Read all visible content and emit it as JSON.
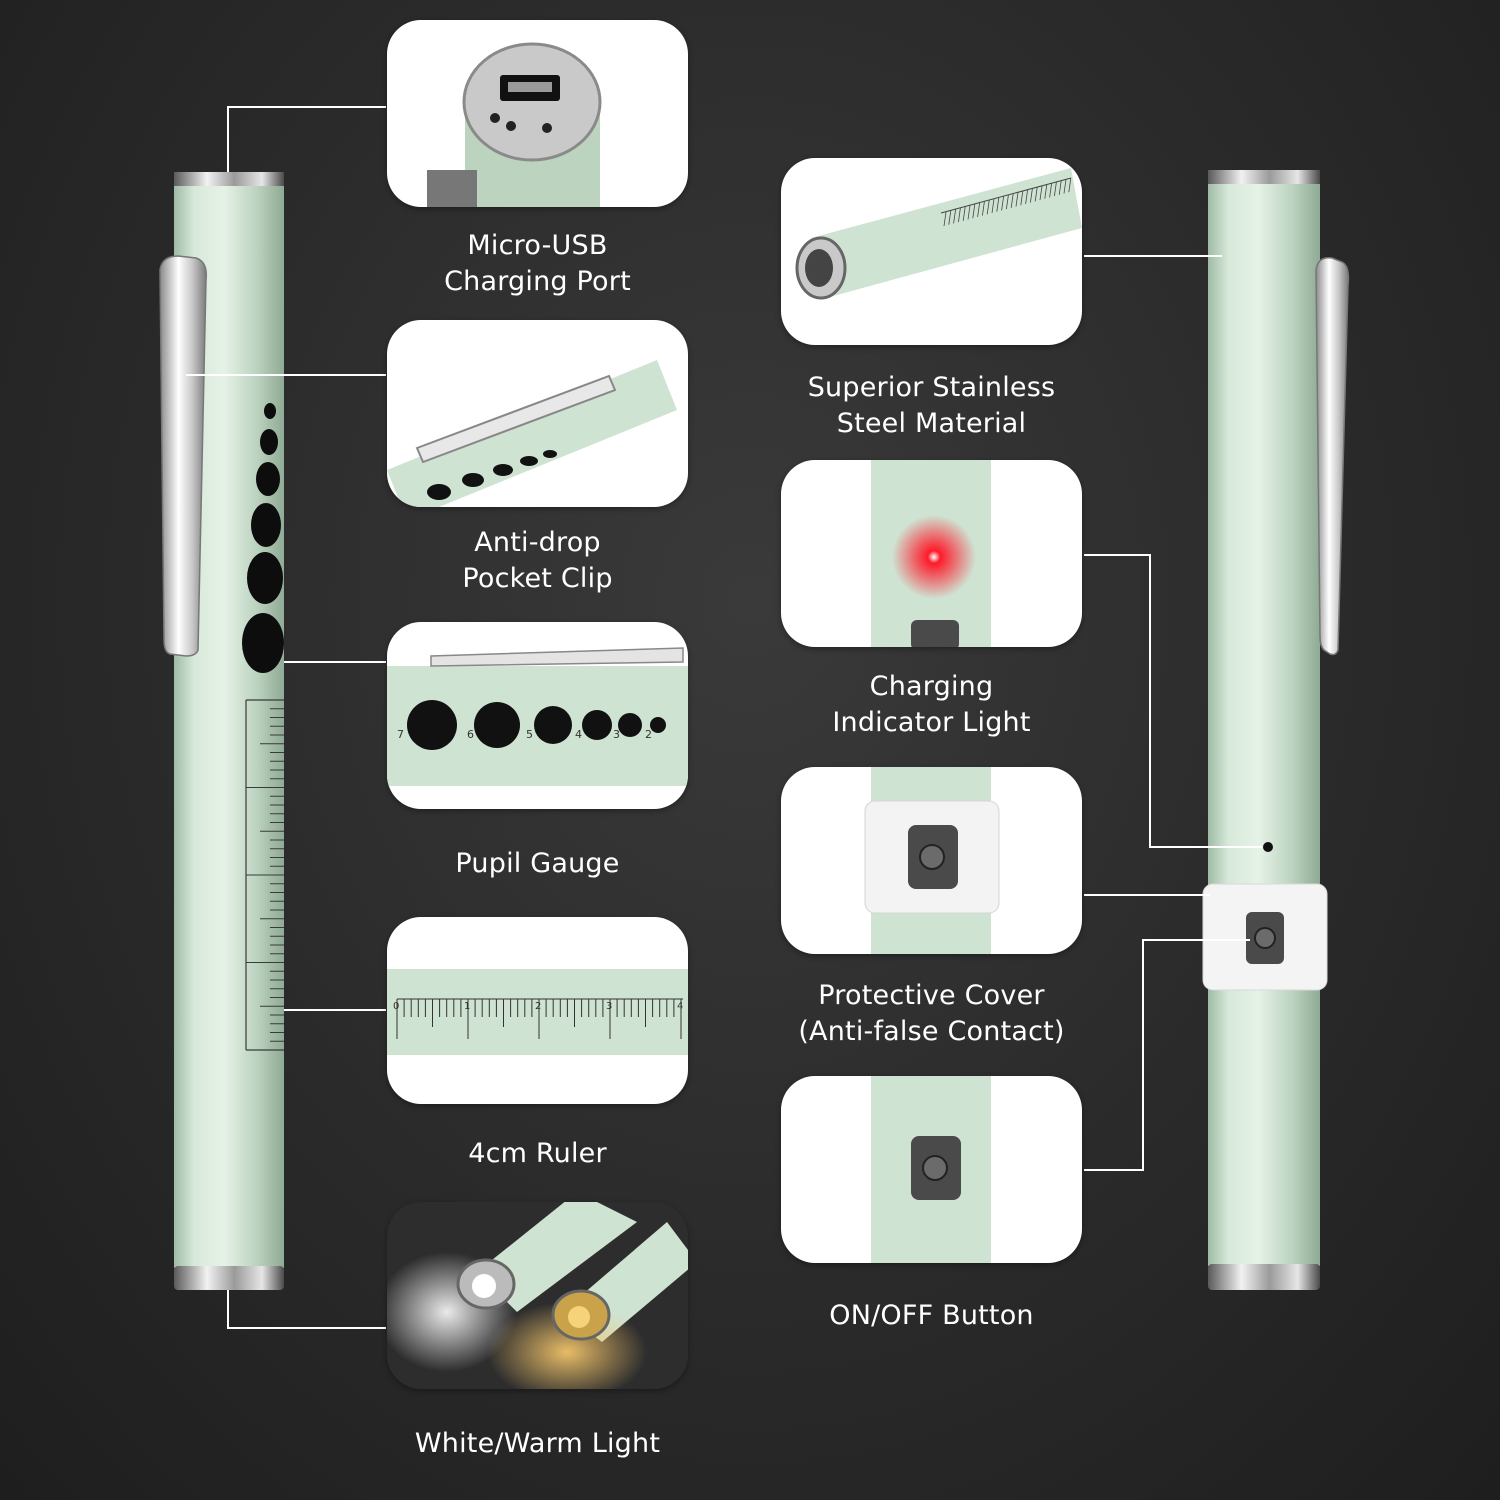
{
  "features": {
    "usb_port": {
      "line1": "Micro-USB",
      "line2": "Charging Port"
    },
    "pocket_clip": {
      "line1": "Anti-drop",
      "line2": "Pocket Clip"
    },
    "pupil_gauge": {
      "line1": "Pupil Gauge",
      "marks": [
        "7",
        "6",
        "5",
        "4",
        "3",
        "2"
      ]
    },
    "ruler": {
      "line1": "4cm Ruler",
      "marks": [
        "0",
        "1",
        "2",
        "3",
        "4"
      ]
    },
    "light": {
      "line1": "White/Warm Light"
    },
    "steel": {
      "line1": "Superior Stainless",
      "line2": "Steel Material"
    },
    "indicator": {
      "line1": "Charging",
      "line2": "Indicator Light"
    },
    "cover": {
      "line1": "Protective Cover",
      "line2": "(Anti-false Contact)"
    },
    "button": {
      "line1": "ON/OFF Button"
    }
  },
  "colors": {
    "background": "#2a2a2a",
    "pen_body": "#cfe3d2",
    "indicator_red": "#ff1a2a",
    "warm_light": "#f2c46a"
  }
}
